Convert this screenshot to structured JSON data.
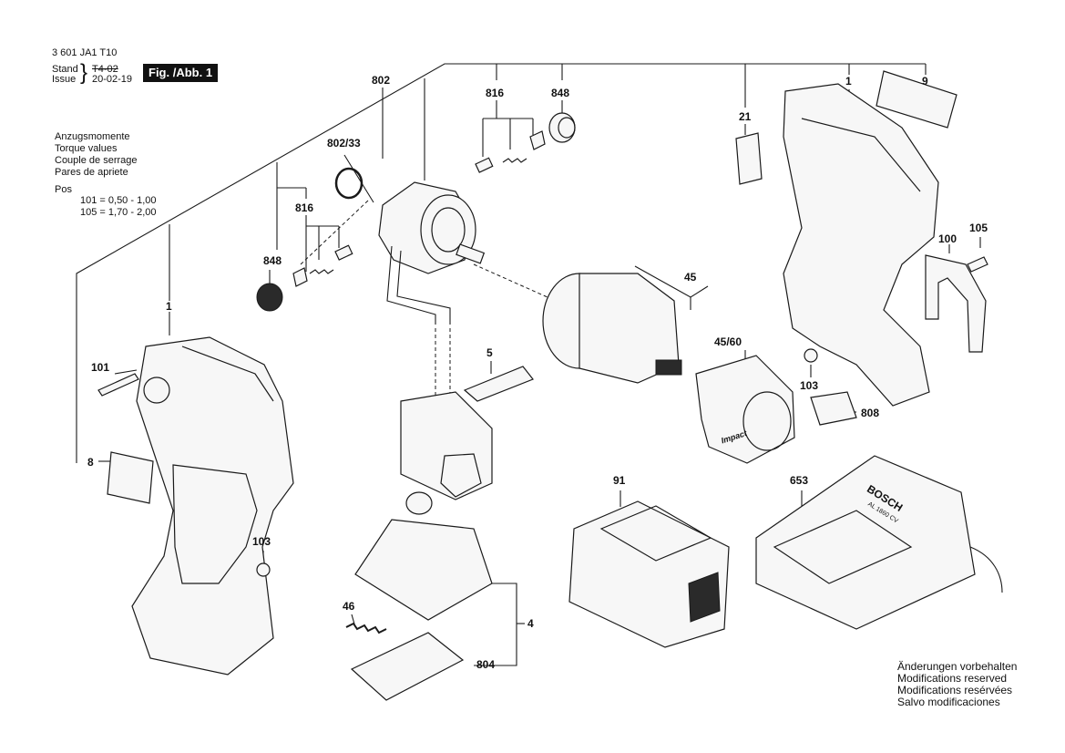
{
  "header": {
    "doc_number": "3 601 JA1 T10",
    "stand_label": "Stand",
    "issue_label": "Issue",
    "stand_value": "T4-02",
    "issue_value": "20-02-19",
    "figure_label": "Fig. /Abb. 1"
  },
  "torque": {
    "title_de": "Anzugsmomente",
    "title_en": "Torque values",
    "title_fr": "Couple de serrage",
    "title_es": "Pares de apriete",
    "pos_label": "Pos",
    "row1": "101 =  0,50 - 1,00",
    "row2": "105 =  1,70 - 2,00"
  },
  "notice": {
    "de": "Änderungen vorbehalten",
    "en": "Modifications reserved",
    "fr": "Modifications resérvées",
    "es": "Salvo modificaciones"
  },
  "parts": {
    "p802": "802",
    "p816_top": "816",
    "p848_top": "848",
    "p802_33": "802/33",
    "p816_left": "816",
    "p848_left": "848",
    "p1_left": "1",
    "p101": "101",
    "p8": "8",
    "p103_left": "103",
    "p5": "5",
    "p46": "46",
    "p4": "4",
    "p804": "804",
    "p45": "45",
    "p45_60": "45/60",
    "p21": "21",
    "p1_right": "1",
    "p9": "9",
    "p100": "100",
    "p105": "105",
    "p103_right": "103",
    "p808": "808",
    "p91": "91",
    "p653": "653"
  },
  "product_text": {
    "charger_brand": "BOSCH",
    "charger_model": "AL 1860 CV",
    "housing_badge": "Impact"
  }
}
